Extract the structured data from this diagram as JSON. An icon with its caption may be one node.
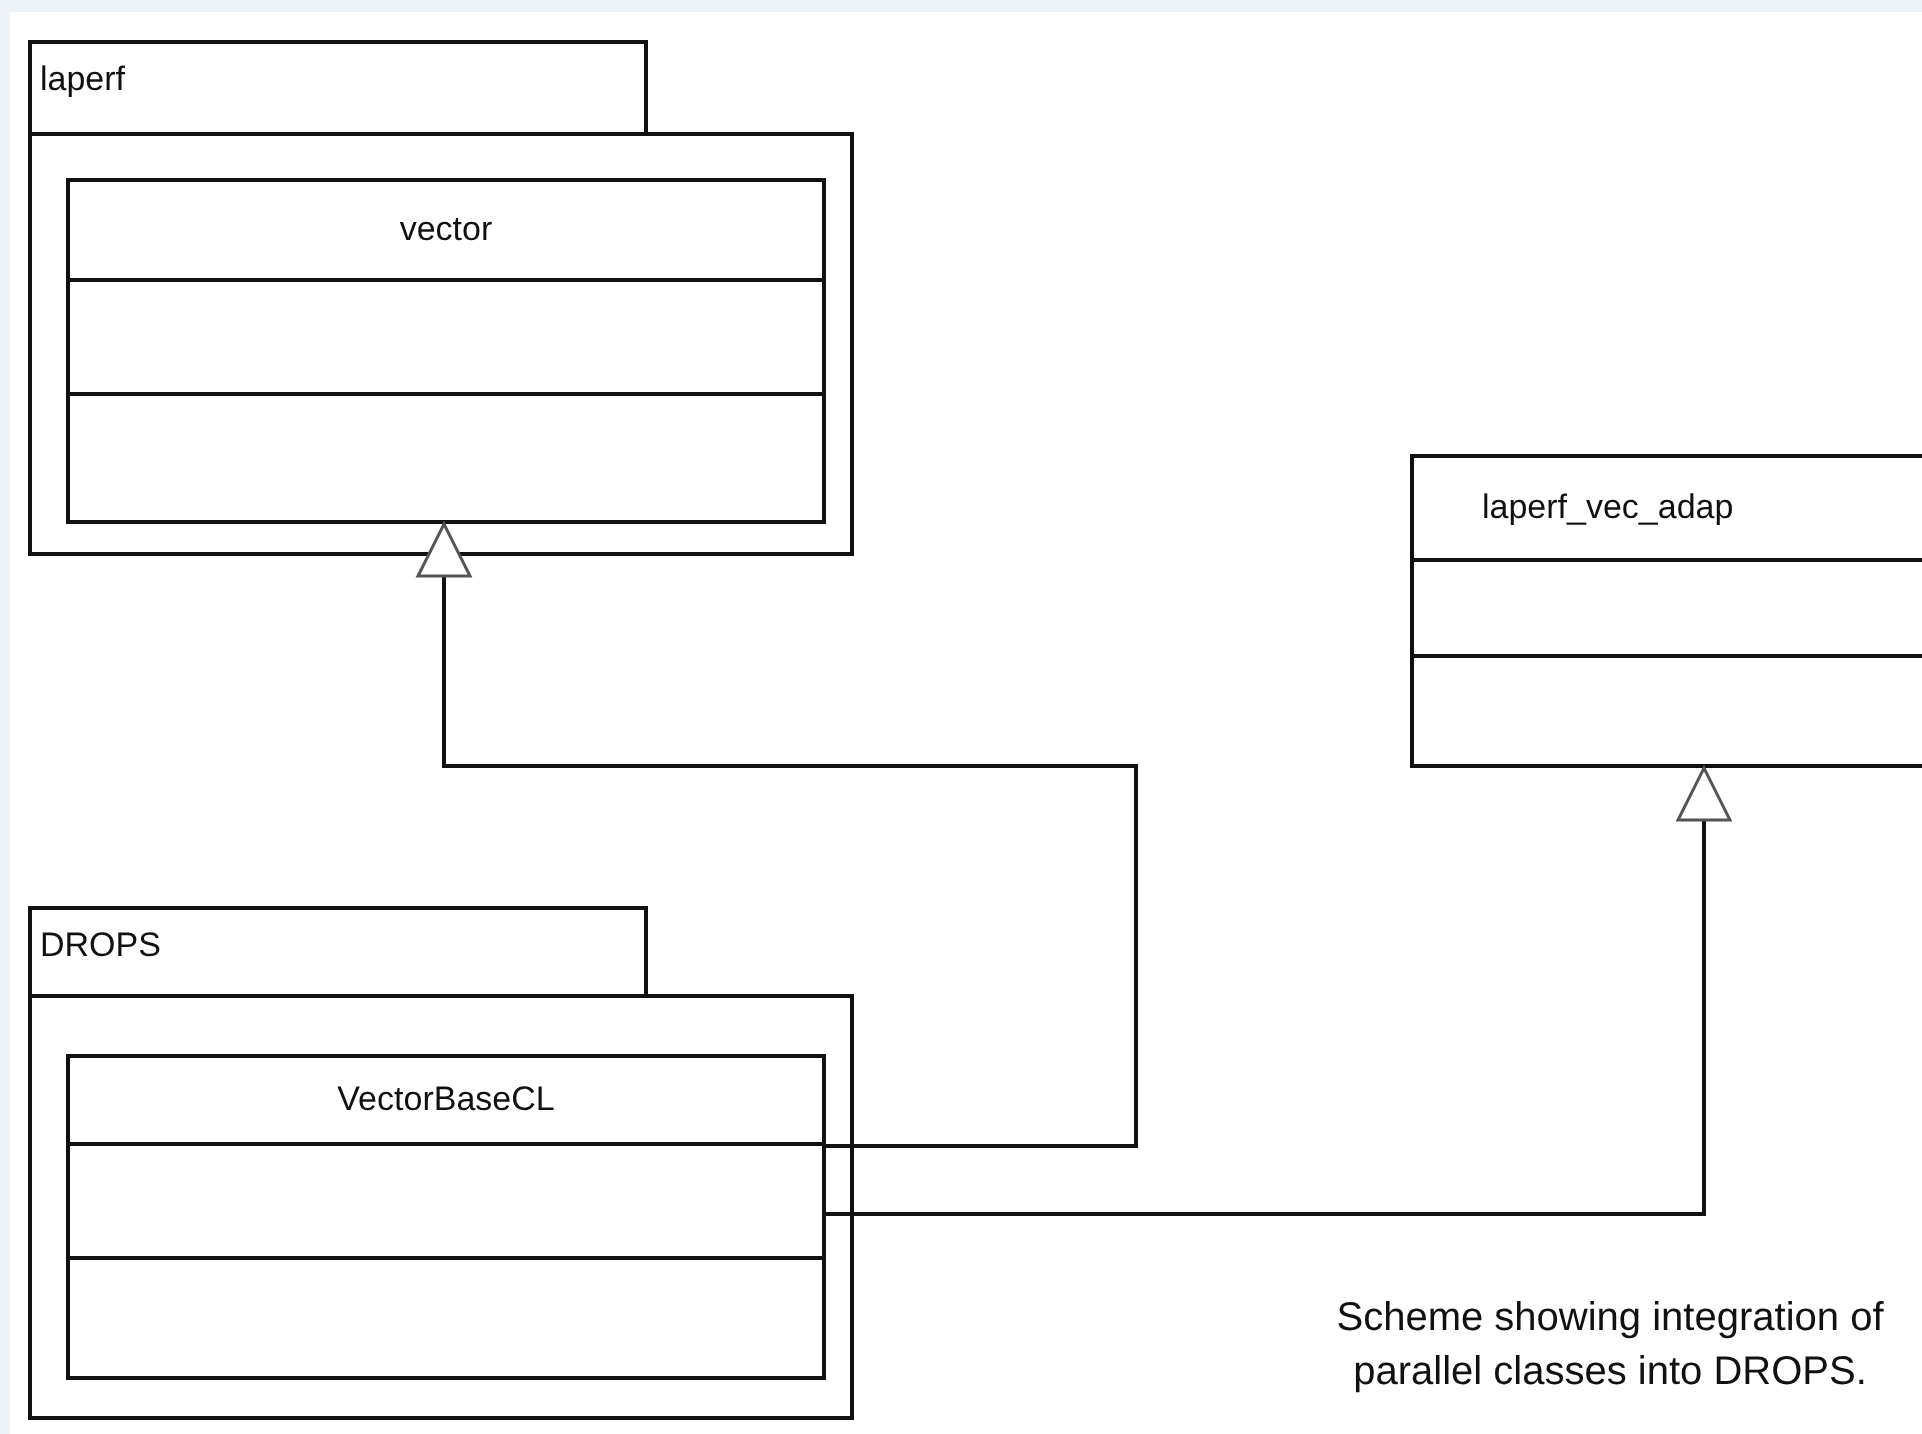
{
  "diagram": {
    "caption": "Scheme showing integration of parallel classes into DROPS.",
    "nodes": [
      {
        "text": [
          "laperf"
        ]
      },
      {
        "text": [
          "vector"
        ],
        "in": 0
      },
      {
        "text": [
          "laperf_vec_adap"
        ]
      },
      {
        "text": [
          "DROPS"
        ]
      },
      {
        "text": [
          "VectorBaseCL"
        ],
        "in": 3
      }
    ],
    "edges": [
      {
        "from": 4,
        "to": 1,
        "arrow": "to"
      },
      {
        "from": 4,
        "to": 2,
        "arrow": "to"
      }
    ]
  }
}
